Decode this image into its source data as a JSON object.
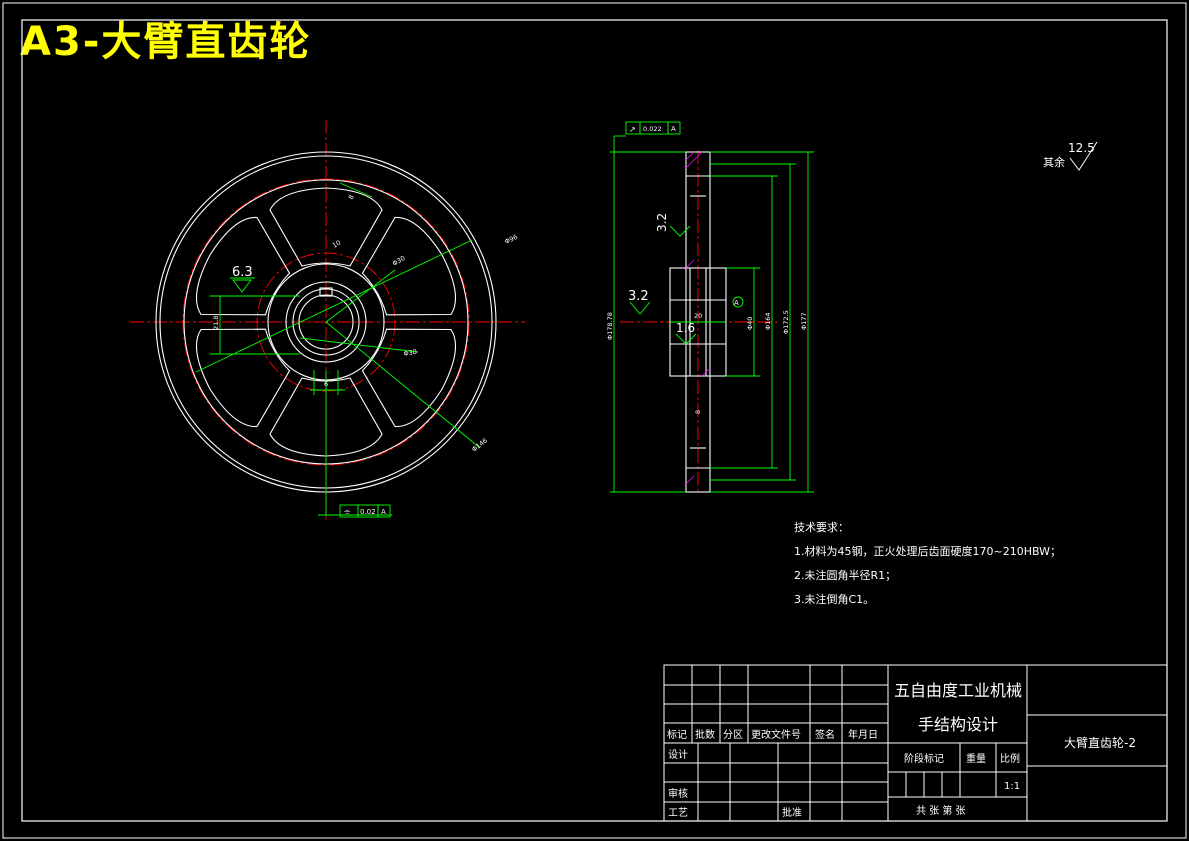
{
  "title": "A3-大臂直齿轮",
  "colors": {
    "outline": "#ffffff",
    "center_line": "#ff0000",
    "dimension": "#00ff00",
    "text": "#ffffff",
    "title": "#ffff00",
    "hatch": "#ff00ff"
  },
  "front_view": {
    "dims": {
      "d_rim_bore": "Φ96",
      "d_hub": "Φ30",
      "d_bore": "Φ30",
      "d_pitch": "Φ146",
      "keyway": "21.8",
      "key_width": "6",
      "web_hole": "8",
      "rib": "10"
    },
    "roughness": "6.3",
    "tolerance": {
      "symbol": "⌯",
      "value": "0.02",
      "datum": "A"
    }
  },
  "side_view": {
    "dims": {
      "d_outer": "Φ178.78",
      "d_hub": "Φ40",
      "d_mid": "Φ164",
      "d_addendum": "Φ172.5",
      "d_tip": "Φ177",
      "width": "20",
      "thickness": "8"
    },
    "roughness_face": "3.2",
    "roughness_bore_side": "3.2",
    "roughness_bore": "1.6",
    "tolerance": {
      "symbol": "↗",
      "value": "0.022",
      "datum": "A"
    },
    "datum_label": "A"
  },
  "surface_finish": {
    "label": "其余",
    "value": "12.5"
  },
  "tech_requirements": {
    "heading": "技术要求：",
    "items": [
      "1.材料为45钢，正火处理后齿面硬度170~210HBW；",
      "2.未注圆角半径R1；",
      "3.未注倒角C1。"
    ]
  },
  "title_block": {
    "project_line1": "五自由度工业机械",
    "project_line2": "手结构设计",
    "drawing_name": "大臂直齿轮-2",
    "header_labels": [
      "标记",
      "批数",
      "分区",
      "更改文件号",
      "签名",
      "年月日"
    ],
    "design": "设计",
    "review": "审核",
    "process": "工艺",
    "approve": "批准",
    "stage_mark": "阶段标记",
    "weight": "重量",
    "ratio_label": "比例",
    "ratio": "1:1",
    "sheets": "共   张 第   张"
  }
}
